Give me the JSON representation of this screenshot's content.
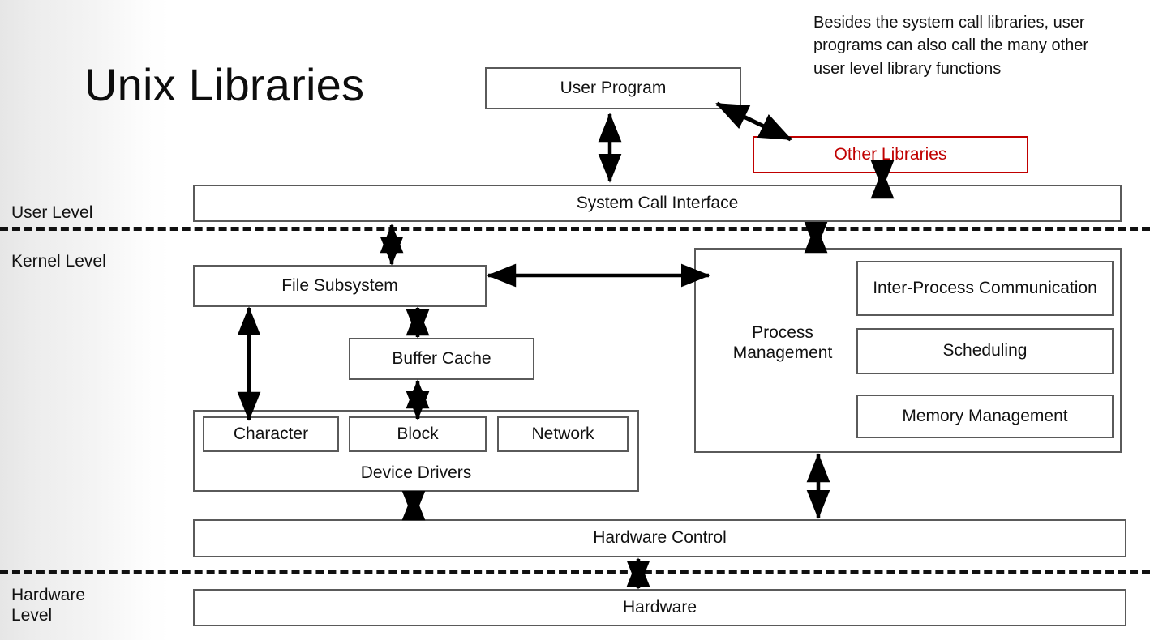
{
  "slide": {
    "title": "Unix Libraries",
    "callout": "Besides the system call libraries, user programs can also call the many other user level library functions",
    "accent_red": "#C00000",
    "box_border": "#5A5A5A",
    "text_color": "#111111"
  },
  "levels": {
    "user": "User Level",
    "kernel": "Kernel Level",
    "hardware": "Hardware\nLevel"
  },
  "boxes": {
    "user_program": "User Program",
    "other_libraries": "Other Libraries",
    "system_call_interface": "System Call Interface",
    "file_subsystem": "File Subsystem",
    "buffer_cache": "Buffer Cache",
    "character": "Character",
    "block": "Block",
    "network": "Network",
    "device_drivers": "Device Drivers",
    "process_management": "Process\nManagement",
    "inter_process_communication": "Inter-Process\nCommunication",
    "scheduling": "Scheduling",
    "memory_management": "Memory Management",
    "hardware_control": "Hardware Control",
    "hardware": "Hardware"
  }
}
